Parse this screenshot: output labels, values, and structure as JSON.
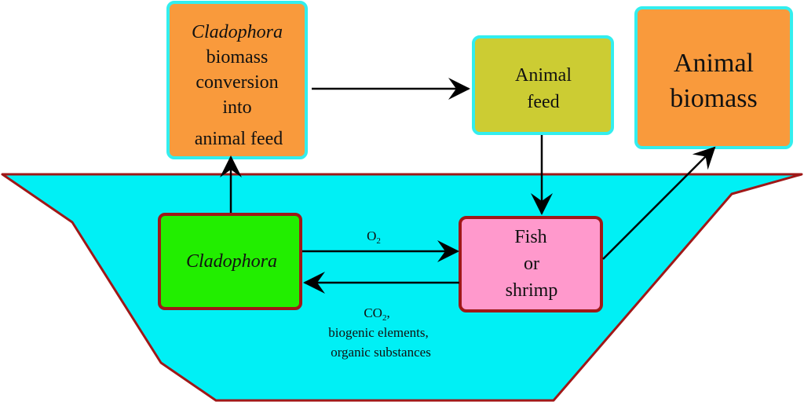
{
  "colors": {
    "water": "#00f0f5",
    "pond_border": "#a01818",
    "orange": "#f99a3c",
    "olive": "#cccc33",
    "green": "#22ee00",
    "pink": "#ff99cc",
    "cyan_border": "#33eeee"
  },
  "nodes": {
    "conversion": {
      "line1": "Cladophora",
      "line2": "biomass",
      "line3": "conversion",
      "line4": "into",
      "line5": "animal feed"
    },
    "animal_feed": {
      "line1": "Animal",
      "line2": "feed"
    },
    "animal_biomass": {
      "line1": "Animal",
      "line2": "biomass"
    },
    "cladophora": {
      "label": "Cladophora"
    },
    "fish": {
      "line1": "Fish",
      "line2": "or",
      "line3": "shrimp"
    }
  },
  "edges": {
    "o2": {
      "label": "O",
      "sub": "2"
    },
    "co2": {
      "label": "CO",
      "sub": "2",
      "tail": ",",
      "line2": "biogenic elements,",
      "line3": "organic substances"
    }
  }
}
